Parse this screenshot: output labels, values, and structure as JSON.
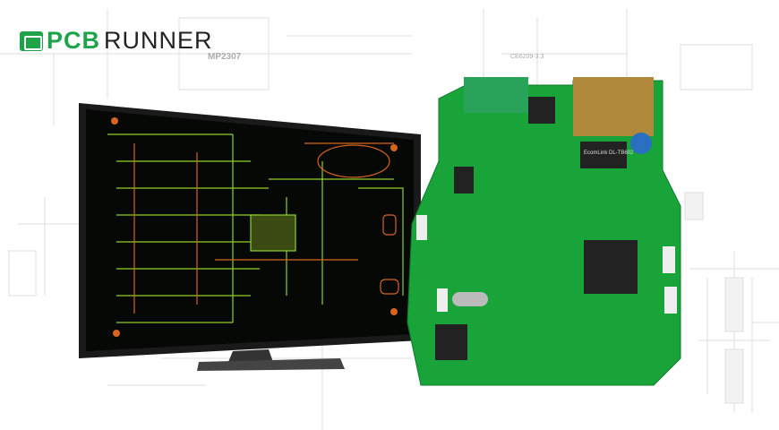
{
  "logo": {
    "part1": "PCB",
    "part2": "RUNNER",
    "brand_green": "#1fa34a"
  },
  "schematic_labels": {
    "ic3": "MP2307",
    "ic2": "CE6209-3.3",
    "chip": "EcomLink DL-TB602"
  },
  "colors": {
    "board": "#19a43a",
    "screen": "#050805",
    "trace_green": "#8fd12a",
    "trace_orange": "#d8651e"
  }
}
